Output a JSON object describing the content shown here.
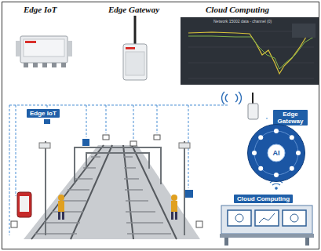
{
  "diagram": {
    "nodes": [
      {
        "text": [
          "Edge IoT"
        ]
      },
      {
        "text": [
          "Edge Gateway"
        ]
      },
      {
        "text": [
          "AI"
        ]
      },
      {
        "text": [
          "Cloud Computing"
        ]
      }
    ],
    "labels": [
      "Edge IoT",
      "Edge Gateway",
      "Cloud Computing",
      "Network 15002 data - channel (0)"
    ]
  }
}
